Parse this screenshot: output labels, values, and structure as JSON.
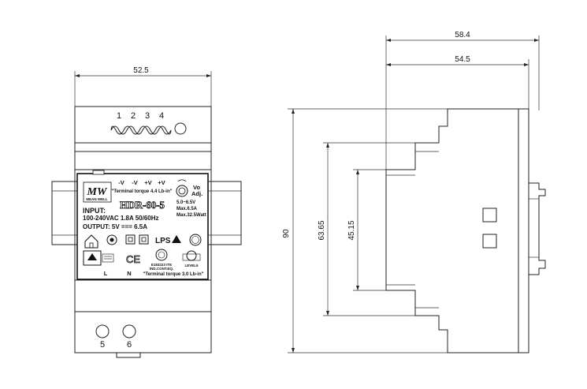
{
  "dimensions": {
    "front_width": "52.5",
    "side_depth_total": "58.4",
    "side_depth": "54.5",
    "height": "90",
    "height_inner": "63.65",
    "height_rail": "45.15"
  },
  "terminals": {
    "top_numbers": [
      "1",
      "2",
      "3",
      "4"
    ],
    "bottom_numbers": [
      "5",
      "6"
    ],
    "bottom_labels": [
      "L",
      "N"
    ]
  },
  "label": {
    "brand_lines": [
      "MW",
      "MEAN WELL"
    ],
    "top_torque": "\"Terminal torque 4.4 Lb-in\"",
    "pins": [
      "-V",
      "-V",
      "+V",
      "+V"
    ],
    "vo_adj": [
      "Vo",
      "Adj."
    ],
    "model": "HDR-60-5",
    "specs_right": [
      "5.0~6.5V",
      "Max.6.5A",
      "Max.32.5Watt"
    ],
    "input_title": "INPUT:",
    "input_spec": "100-240VAC  1.8A  50/60Hz",
    "output_spec": "OUTPUT: 5V === 6.5A",
    "lps": "LPS",
    "bottom_torque": "\"Terminal torque 3.0 Lb-in\"",
    "ce": "CE",
    "cert_small": [
      "E183223  ITE",
      "IND.CONT.EQ."
    ],
    "level": "LEVEL6"
  }
}
